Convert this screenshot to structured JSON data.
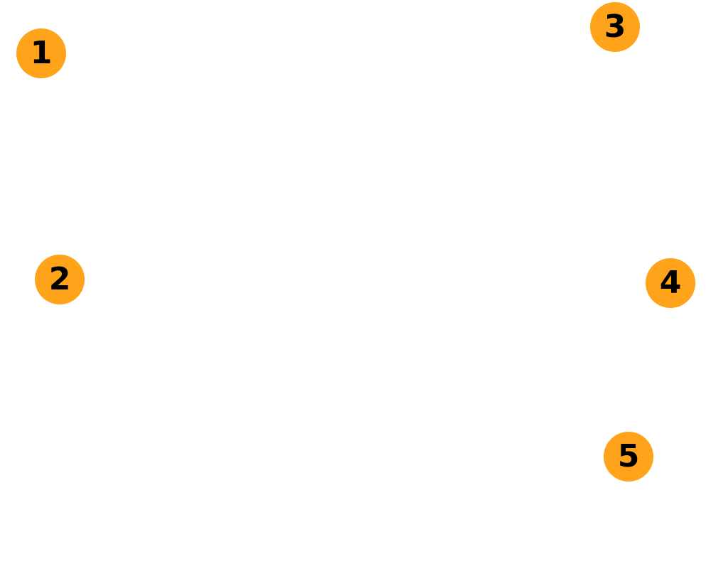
{
  "marker_color": "#FFA31A",
  "text_color": "#000000",
  "markers": [
    {
      "label": "1"
    },
    {
      "label": "2"
    },
    {
      "label": "3"
    },
    {
      "label": "4"
    },
    {
      "label": "5"
    }
  ]
}
